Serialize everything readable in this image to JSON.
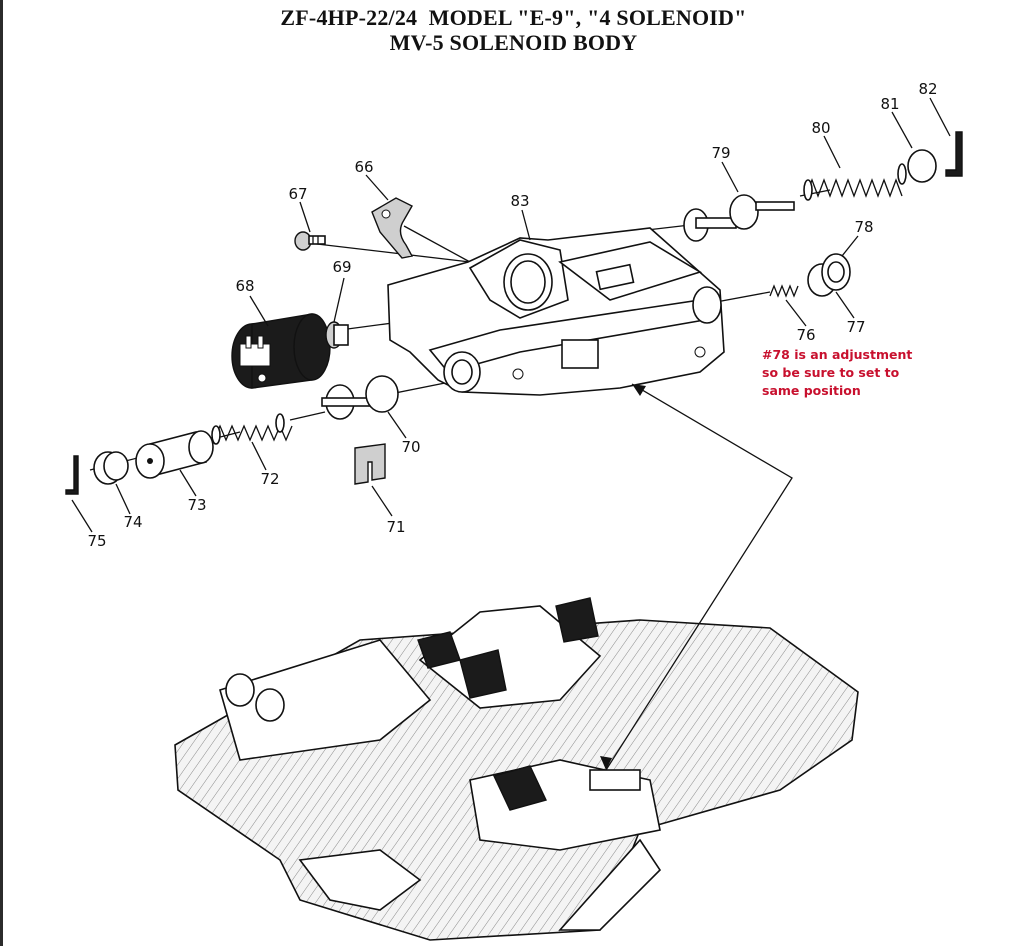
{
  "diagram": {
    "title_line1": "ZF-4HP-22/24  MODEL \"E-9\", \"4 SOLENOID\"",
    "title_line2": "MV-5 SOLENOID BODY",
    "note_lines": [
      "#78 is an adjustment",
      "so be sure to set to",
      "same position"
    ],
    "callouts": [
      "66",
      "67",
      "68",
      "69",
      "70",
      "71",
      "72",
      "73",
      "74",
      "75",
      "76",
      "77",
      "78",
      "79",
      "80",
      "81",
      "82",
      "83"
    ],
    "note_color": "#c8102e"
  }
}
